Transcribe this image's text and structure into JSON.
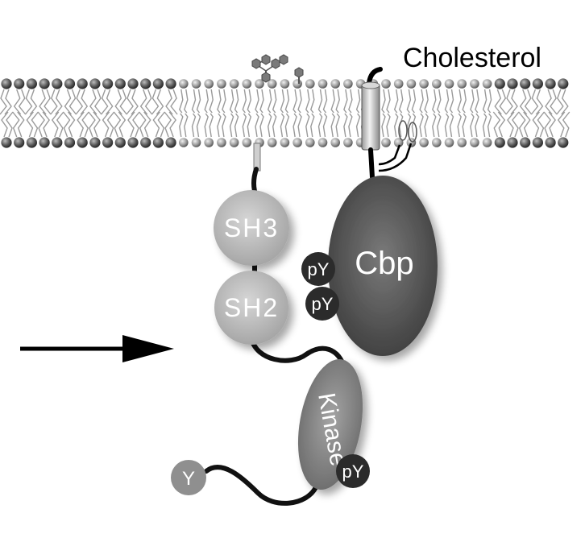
{
  "labels": {
    "cholesterol": "Cholesterol",
    "sh3": "SH3",
    "sh2": "SH2",
    "cbp": "Cbp",
    "kinase": "Kinase",
    "py_cbp_top": "pY",
    "py_cbp_bottom": "pY",
    "py_kinase": "pY",
    "y_tail": "Y"
  },
  "colors": {
    "background": "#ffffff",
    "ink": "#000000",
    "headgroup": "#8f8f8f",
    "headgroup_dark": "#555555",
    "tail_stroke": "#9a9a9a",
    "sh_domain": "#b9b9b9",
    "cbp_body": "#5f5f5f",
    "kinase_body": "#8c8c8c",
    "py_badge": "#2b2b2b",
    "y_badge": "#8f8f8f",
    "linker": "#111111"
  },
  "icons": {
    "arrow": "right-arrow-icon",
    "glycan": "glycan-icon"
  }
}
